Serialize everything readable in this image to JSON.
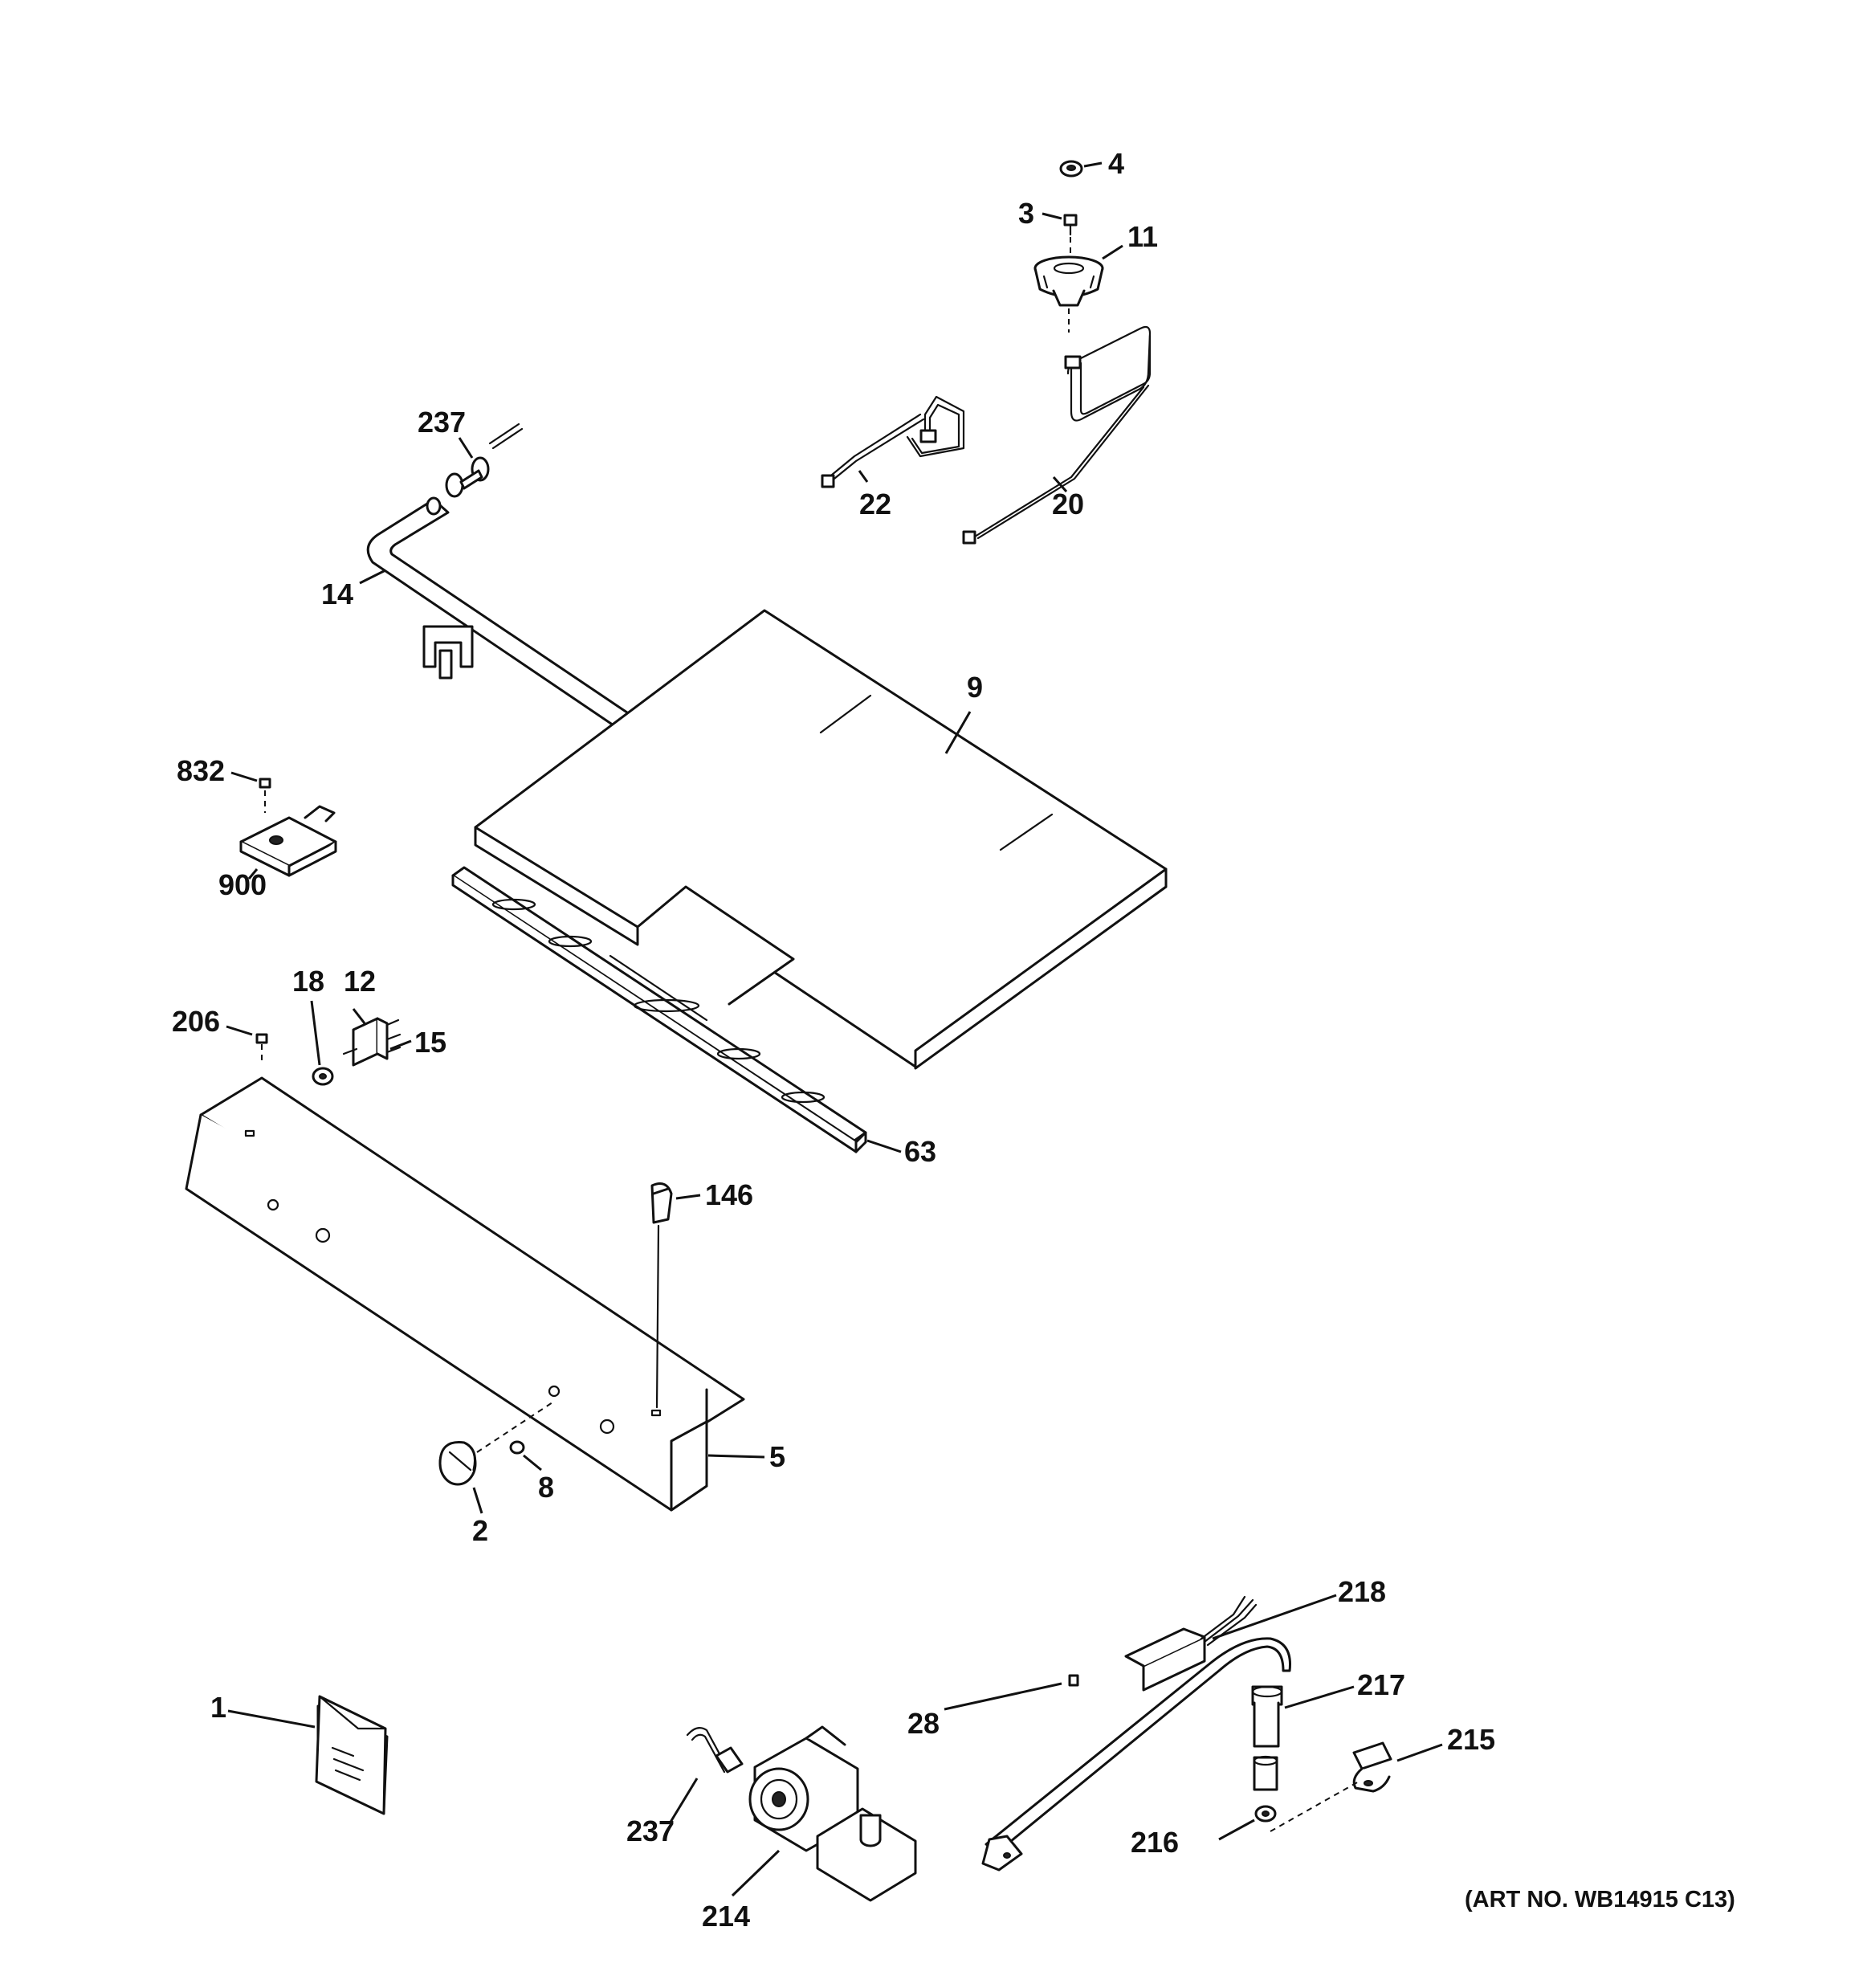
{
  "callouts": {
    "c4": "4",
    "c3": "3",
    "c11": "11",
    "c237a": "237",
    "c22": "22",
    "c20": "20",
    "c14": "14",
    "c9": "9",
    "c832": "832",
    "c900": "900",
    "c18": "18",
    "c12": "12",
    "c206": "206",
    "c15": "15",
    "c63": "63",
    "c146": "146",
    "c5": "5",
    "c8": "8",
    "c2": "2",
    "c218": "218",
    "c217": "217",
    "c215": "215",
    "c28": "28",
    "c1": "1",
    "c237b": "237",
    "c216": "216",
    "c214": "214"
  },
  "art_number": "(ART NO. WB14915 C13)"
}
